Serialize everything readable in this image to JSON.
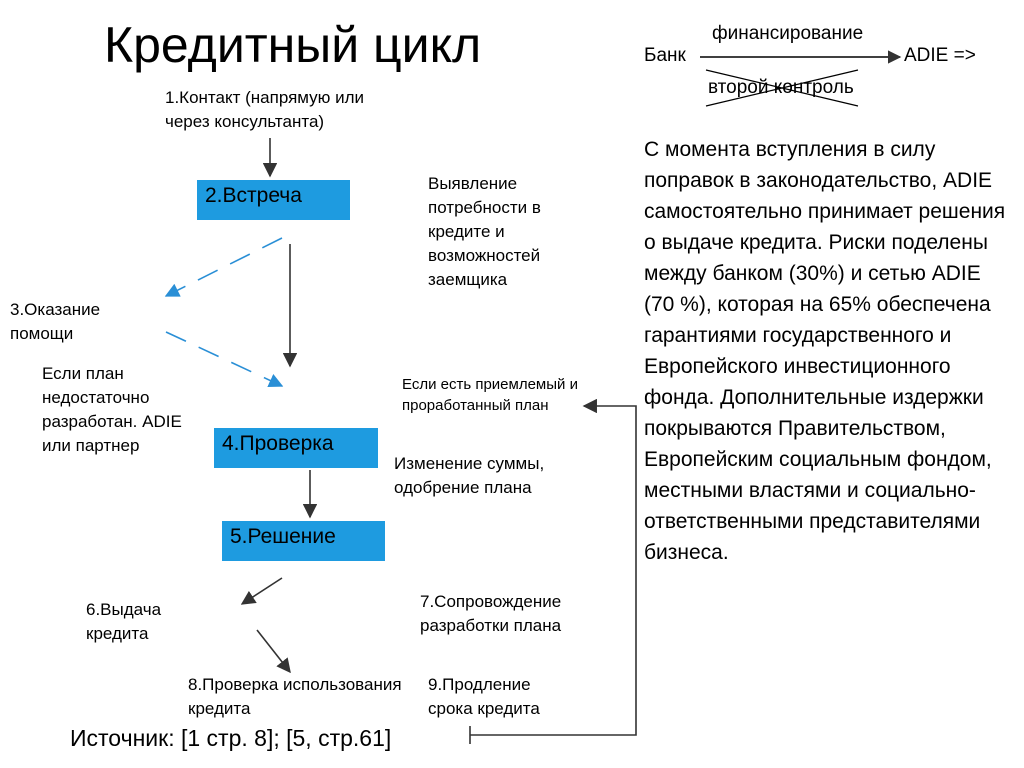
{
  "title": "Кредитный цикл",
  "header_flow": {
    "bank": "Банк",
    "financing": "финансирование",
    "adie": "ADIE =>",
    "second_control": "второй контроль"
  },
  "steps": {
    "contact": "1.Контакт (напрямую или через консультанта)",
    "meeting": "2.Встреча",
    "help": "3.Оказание помощи",
    "check": "4.Проверка",
    "decision": "5.Решение",
    "issue": "6.Выдача кредита",
    "support": "7.Сопровождение разработки плана",
    "usage_check": "8.Проверка использования кредита",
    "extension": "9.Продление срока кредита"
  },
  "notes": {
    "needs": "Выявление потребности в кредите и возможностей заемщика",
    "weak_plan": "Если план недостаточно разработан. ADIE или партнер",
    "good_plan": "Если есть приемлемый и проработанный план",
    "change": "Изменение суммы, одобрение плана"
  },
  "description": "С момента вступления в силу поправок в законодательство, ADIE самостоятельно принимает решения о выдаче кредита. Риски поделены между банком (30%) и сетью ADIE (70 %), которая на 65% обеспечена гарантиями государственного и Европейского инвестиционного фонда. Дополнительные издержки покрываются Правительством, Европейским социальным фондом, местными властями и  социально-ответственными представителями бизнеса.",
  "source": "Источник: [1 стр. 8]; [5, стр.61]",
  "colors": {
    "box": "#1e9be0",
    "arrow": "#333333",
    "dashed": "#2a8fd6"
  }
}
